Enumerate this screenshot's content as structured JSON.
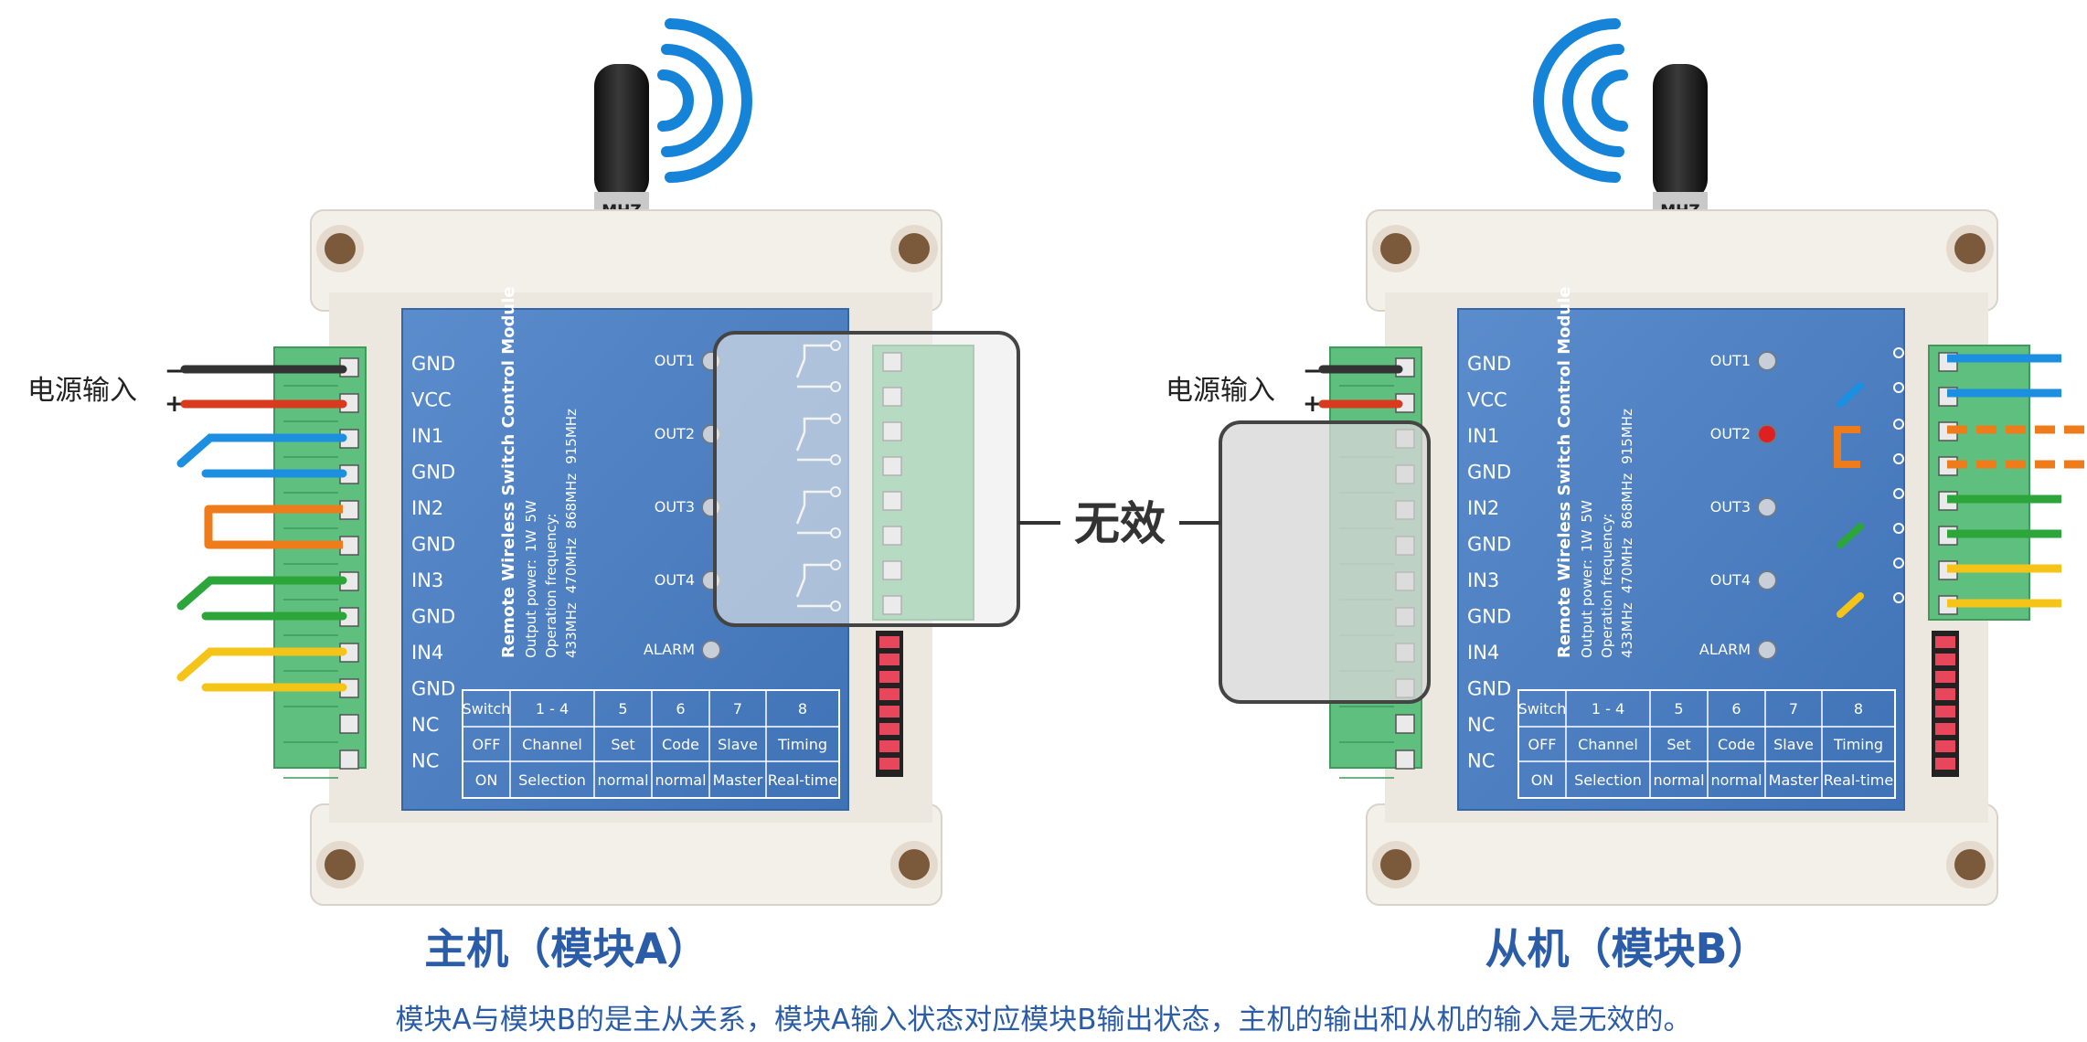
{
  "power_input_label": "电源输入",
  "minus_sign": "−",
  "plus_sign": "+",
  "module_title": "Remote Wireless Switch Control Module",
  "output_power_label": "Output power:",
  "output_power_options": [
    "1W",
    "5W"
  ],
  "operation_frequency_label": "Operation frequency:",
  "frequency_options": [
    "433MHz",
    "470MHz",
    "868MHz",
    "915MHz"
  ],
  "antenna_label": "MHZ",
  "terminal_labels": [
    "GND",
    "VCC",
    "IN1",
    "GND",
    "IN2",
    "GND",
    "IN3",
    "GND",
    "IN4",
    "GND",
    "NC",
    "NC"
  ],
  "outputs": [
    {
      "label": "OUT1"
    },
    {
      "label": "OUT2"
    },
    {
      "label": "OUT3"
    },
    {
      "label": "OUT4"
    }
  ],
  "alarm_label": "ALARM",
  "switch_table": {
    "rows": [
      [
        "Switch",
        "1 - 4",
        "5",
        "6",
        "7",
        "8"
      ],
      [
        "OFF",
        "Channel",
        "Set",
        "Code",
        "Slave",
        "Timing"
      ],
      [
        "ON",
        "Selection",
        "normal",
        "normal",
        "Master",
        "Real-time"
      ]
    ]
  },
  "invalid_label": "无效",
  "module_a": {
    "caption": "主机（模块A）",
    "active_output_led": null
  },
  "module_b": {
    "caption": "从机（模块B）",
    "active_output_led": 2
  },
  "description": "模块A与模块B的是主从关系，模块A输入状态对应模块B输出状态，主机的输出和从机的输入是无效的。",
  "colors": {
    "panel_blue": "#4a7fc0",
    "panel_text": "#ffffff",
    "terminal_green": "#5fbf7f",
    "housing": "#f3efe9",
    "wave_blue": "#1583d8",
    "wire_black": "#333333",
    "wire_red": "#d83a1e",
    "wire_blue": "#1c8fe0",
    "wire_orange": "#ef7c1a",
    "wire_green": "#2ca63a",
    "wire_yellow": "#f4c418",
    "caption_blue": "#2a5ca8",
    "led_red": "#e02020",
    "dip_red": "#e8465a"
  }
}
